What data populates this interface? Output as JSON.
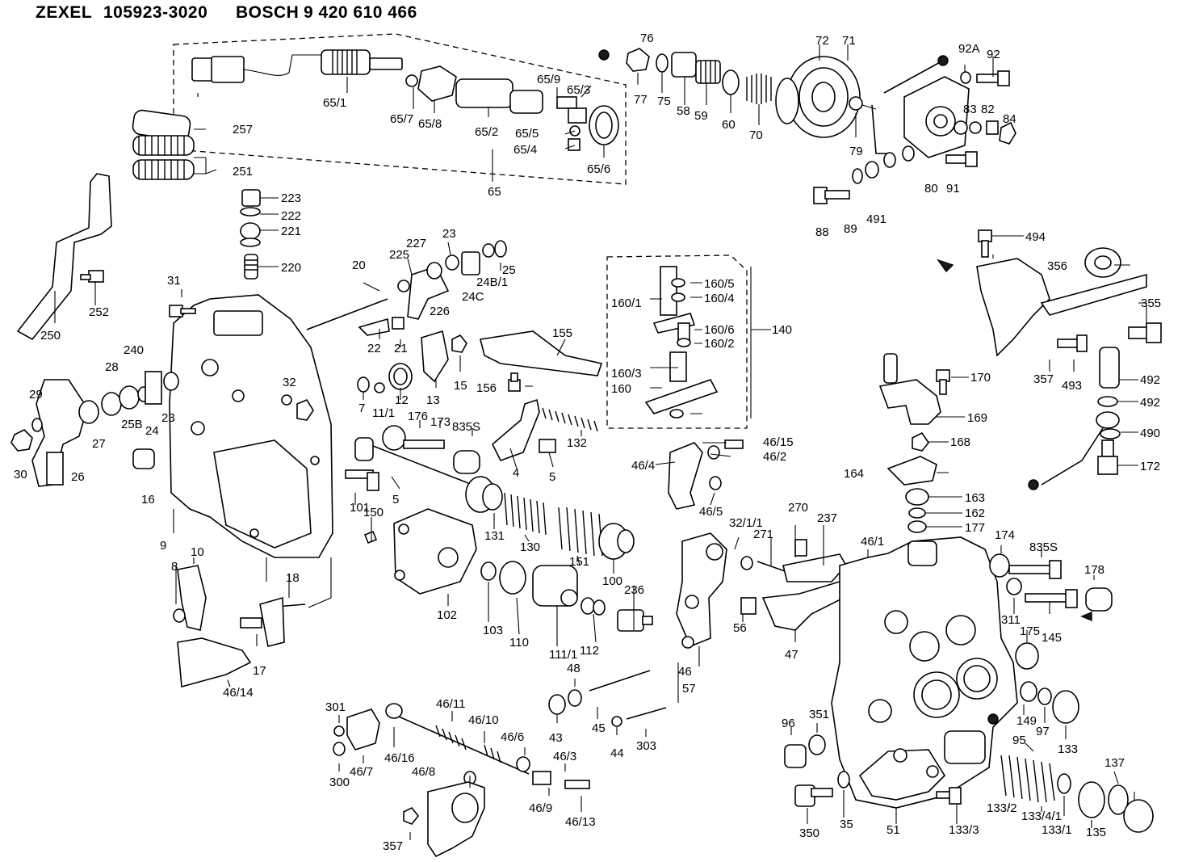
{
  "header": {
    "brand1": "ZEXEL",
    "partno1": "105923-3020",
    "brand2": "BOSCH",
    "partno2": "9 420 610 466"
  },
  "labels": [
    "65/1",
    "65/7",
    "65/8",
    "65/2",
    "65/9",
    "65/3",
    "65/5",
    "65/4",
    "65/6",
    "65",
    "76",
    "77",
    "75",
    "58",
    "59",
    "60",
    "70",
    "72",
    "71",
    "79",
    "92A",
    "92",
    "83",
    "82",
    "84",
    "80",
    "91",
    "88",
    "89",
    "491",
    "257",
    "251",
    "223",
    "222",
    "221",
    "220",
    "250",
    "252",
    "20",
    "225",
    "227",
    "23",
    "24B/1",
    "25",
    "24C",
    "226",
    "22",
    "21",
    "15",
    "13",
    "12",
    "11/1",
    "7",
    "31",
    "32",
    "240",
    "28",
    "29",
    "30",
    "26",
    "27",
    "25B",
    "24",
    "23",
    "16",
    "176",
    "173",
    "835S",
    "132",
    "4",
    "5",
    "155",
    "156",
    "160/1",
    "160/5",
    "160/4",
    "160/6",
    "160/2",
    "160/3",
    "160",
    "140",
    "5",
    "101",
    "150",
    "131",
    "130",
    "151",
    "100",
    "102",
    "103",
    "110",
    "111/1",
    "112",
    "236",
    "9",
    "10",
    "8",
    "18",
    "17",
    "46/14",
    "46/15",
    "46/2",
    "46/4",
    "46/5",
    "32/1/1",
    "271",
    "270",
    "237",
    "46/1",
    "46",
    "57",
    "56",
    "47",
    "48",
    "43",
    "45",
    "44",
    "303",
    "301",
    "300",
    "46/7",
    "46/16",
    "46/11",
    "46/10",
    "46/6",
    "46/8",
    "46/3",
    "46/9",
    "46/13",
    "357",
    "494",
    "356",
    "355",
    "357",
    "493",
    "492",
    "492",
    "490",
    "172",
    "170",
    "169",
    "168",
    "164",
    "163",
    "162",
    "177",
    "174",
    "835S",
    "178",
    "311",
    "175",
    "145",
    "149",
    "97",
    "133",
    "95",
    "96",
    "351",
    "350",
    "35",
    "51",
    "133/3",
    "133/2",
    "133/4/1",
    "133/1",
    "135",
    "137"
  ]
}
